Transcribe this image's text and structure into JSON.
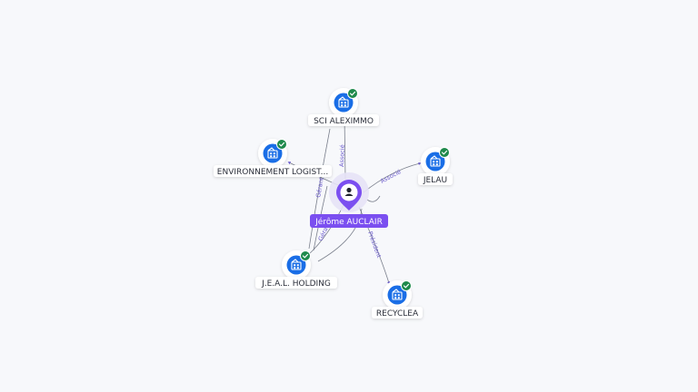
{
  "center": {
    "name": "Jérôme AUCLAIR",
    "icon": "person-icon",
    "color": "#7b4ff0"
  },
  "nodes": [
    {
      "id": "sci",
      "label": "SCI ALEXIMMO",
      "icon": "company-icon",
      "verified": true
    },
    {
      "id": "env",
      "label": "ENVIRONNEMENT LOGIST...",
      "icon": "company-icon",
      "verified": true
    },
    {
      "id": "jelau",
      "label": "JELAU",
      "icon": "company-icon",
      "verified": true
    },
    {
      "id": "jeal",
      "label": "J.E.A.L. HOLDING",
      "icon": "company-icon",
      "verified": true
    },
    {
      "id": "recyclea",
      "label": "RECYCLEA",
      "icon": "company-icon",
      "verified": true
    }
  ],
  "edge_labels": {
    "sci": "Associé",
    "env": "Gérant",
    "jelau": "Associé",
    "jeal": "Gérant",
    "recyclea": "Président"
  },
  "colors": {
    "company": "#1a6ee6",
    "badge": "#1f8a4c",
    "edge": "#7a7f8c",
    "edge_label": "#6a5acd"
  }
}
